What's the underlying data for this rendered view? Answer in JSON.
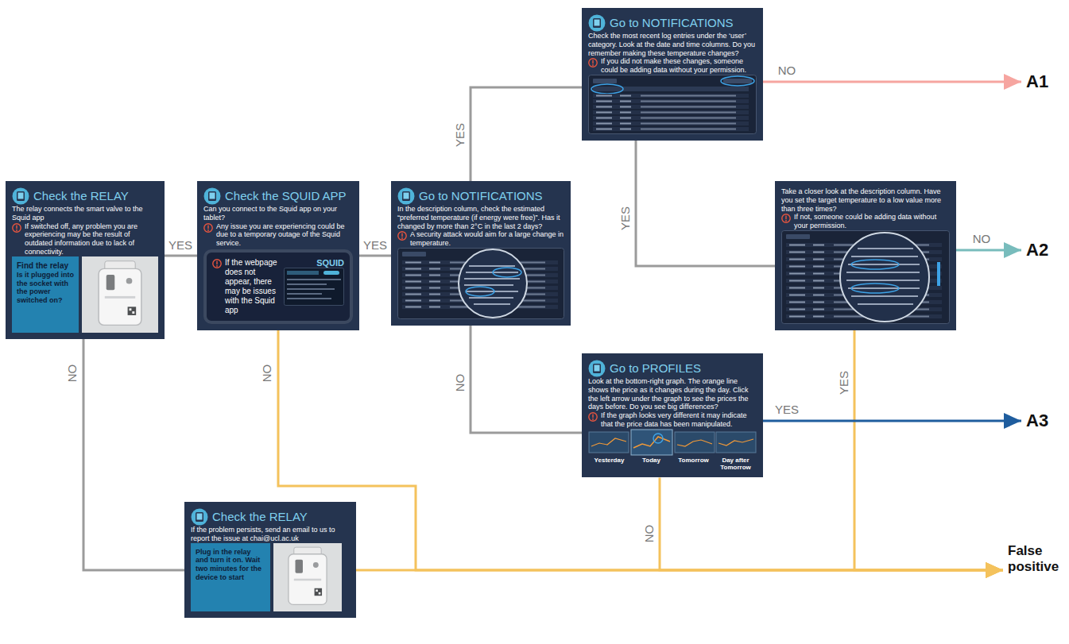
{
  "diagram": {
    "nodes": [
      {
        "text": [
          "Check the RELAY",
          "The relay connects the smart valve to the Squid app",
          "If switched off, any problem you are experiencing may be the result of outdated information due to lack of connectivity."
        ]
      },
      {
        "text": [
          "Find the relay",
          "Is it plugged into the socket with the power switched on?"
        ],
        "in": 0
      },
      {
        "text": [
          "Check the SQUID APP",
          "Can you connect to the Squid app on your tablet?",
          "Any issue you are experiencing could be due to a temporary outage of the Squid service."
        ]
      },
      {
        "text": [
          "If the webpage does not appear, there may be issues with the Squid app",
          "SQUID"
        ],
        "in": 2
      },
      {
        "text": [
          "Go to NOTIFICATIONS",
          "In the description column, check the estimated “preferred temperature (if energy were free)”. Has it changed by more than 2°C in the last 2 days?",
          "A security attack would aim for a large change in temperature."
        ]
      },
      {
        "text": [
          "Go to NOTIFICATIONS",
          "Check the most recent log entries under the ‘user’ category. Look at the date and time columns. Do you remember making these temperature changes?",
          "If you did not make these changes, someone could be adding data without your permission."
        ]
      },
      {
        "text": [
          "Take a closer look at the description column. Have you set the target temperature to a low value more than three times?",
          "If not, someone could be adding data without your permission."
        ]
      },
      {
        "text": [
          "Go to PROFILES",
          "Look at the bottom-right graph. The orange line shows the price as it changes during the day. Click the left arrow under the graph to see the prices the days before. Do you see big differences?",
          "If the graph looks very different it may indicate that the price data has been manipulated.",
          "Yesterday",
          "Today",
          "Tomorrow",
          "Day after Tomorrow"
        ]
      },
      {
        "text": [
          "Check the RELAY",
          "If the problem persists, send an email to us to report the issue at chai@ucl.ac.uk"
        ]
      },
      {
        "text": [
          "Plug in the relay and turn it on. Wait two minutes for the device to start"
        ],
        "in": 8
      },
      {
        "text": [
          "A1"
        ]
      },
      {
        "text": [
          "A2"
        ]
      },
      {
        "text": [
          "A3"
        ]
      },
      {
        "text": [
          "False positive"
        ]
      }
    ],
    "edges": [
      {
        "from": 0,
        "to": 2,
        "label": "YES",
        "arrow": "none"
      },
      {
        "from": 0,
        "to": 8,
        "label": "NO",
        "arrow": "none"
      },
      {
        "from": 2,
        "to": 4,
        "label": "YES",
        "arrow": "none"
      },
      {
        "from": 2,
        "to": 13,
        "label": "NO",
        "arrow": "to"
      },
      {
        "from": 4,
        "to": 5,
        "label": "YES",
        "arrow": "none"
      },
      {
        "from": 4,
        "to": 7,
        "label": "NO",
        "arrow": "none"
      },
      {
        "from": 5,
        "to": 10,
        "label": "NO",
        "arrow": "to"
      },
      {
        "from": 5,
        "to": 6,
        "label": "YES",
        "arrow": "none"
      },
      {
        "from": 6,
        "to": 11,
        "label": "NO",
        "arrow": "to"
      },
      {
        "from": 6,
        "to": 13,
        "label": "YES",
        "arrow": "to"
      },
      {
        "from": 7,
        "to": 12,
        "label": "YES",
        "arrow": "to"
      },
      {
        "from": 7,
        "to": 13,
        "label": "NO",
        "arrow": "to"
      },
      {
        "from": 8,
        "to": 13,
        "arrow": "to"
      }
    ]
  }
}
